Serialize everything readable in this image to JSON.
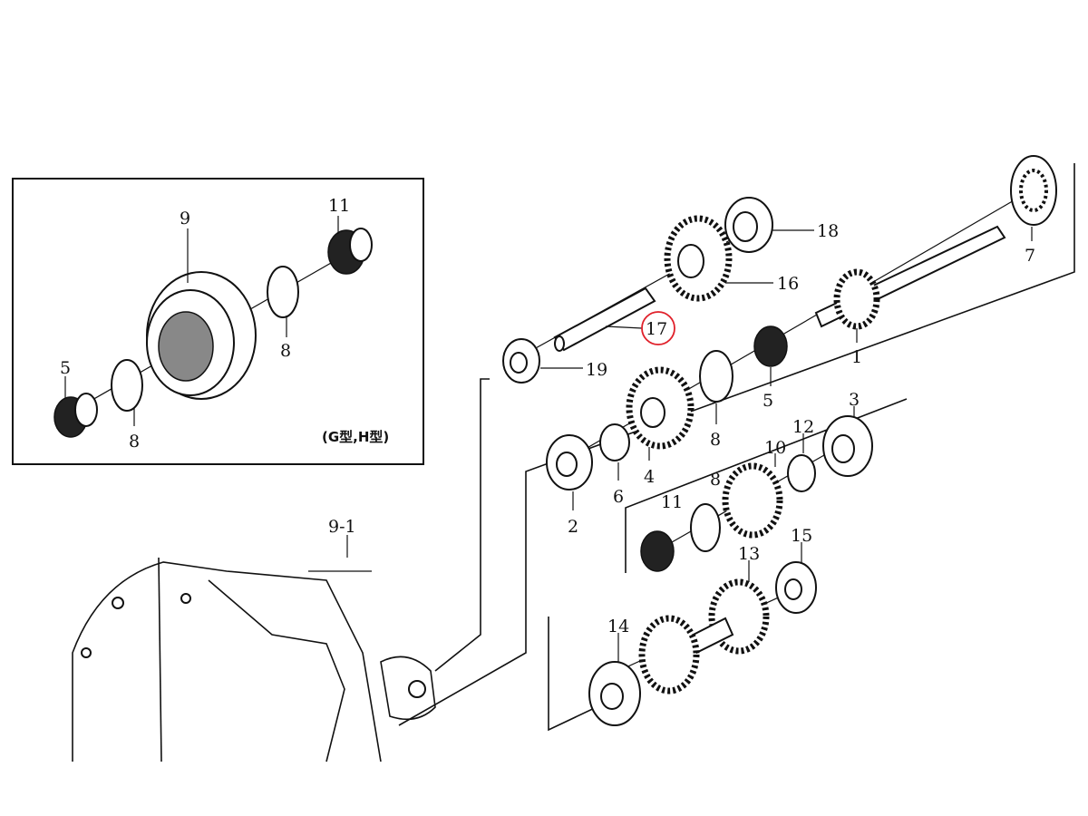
{
  "inset": {
    "variant_note": "(G型,H型)",
    "labels": {
      "housing": "9",
      "needle_bearing_right": "11",
      "snap_ring_right": "8",
      "needle_bearing_left": "5",
      "snap_ring_left": "8"
    }
  },
  "main": {
    "labels": {
      "p18": "18",
      "p16": "16",
      "p17": "17",
      "p19": "19",
      "p7": "7",
      "p1": "1",
      "p5": "5",
      "p8a": "8",
      "p4": "4",
      "p6": "6",
      "p2": "2",
      "p3": "3",
      "p12": "12",
      "p10": "10",
      "p11": "11",
      "p8b": "8",
      "p15": "15",
      "p13": "13",
      "p14": "14",
      "p9_1": "9-1"
    },
    "highlight_color": "#e0202a"
  }
}
